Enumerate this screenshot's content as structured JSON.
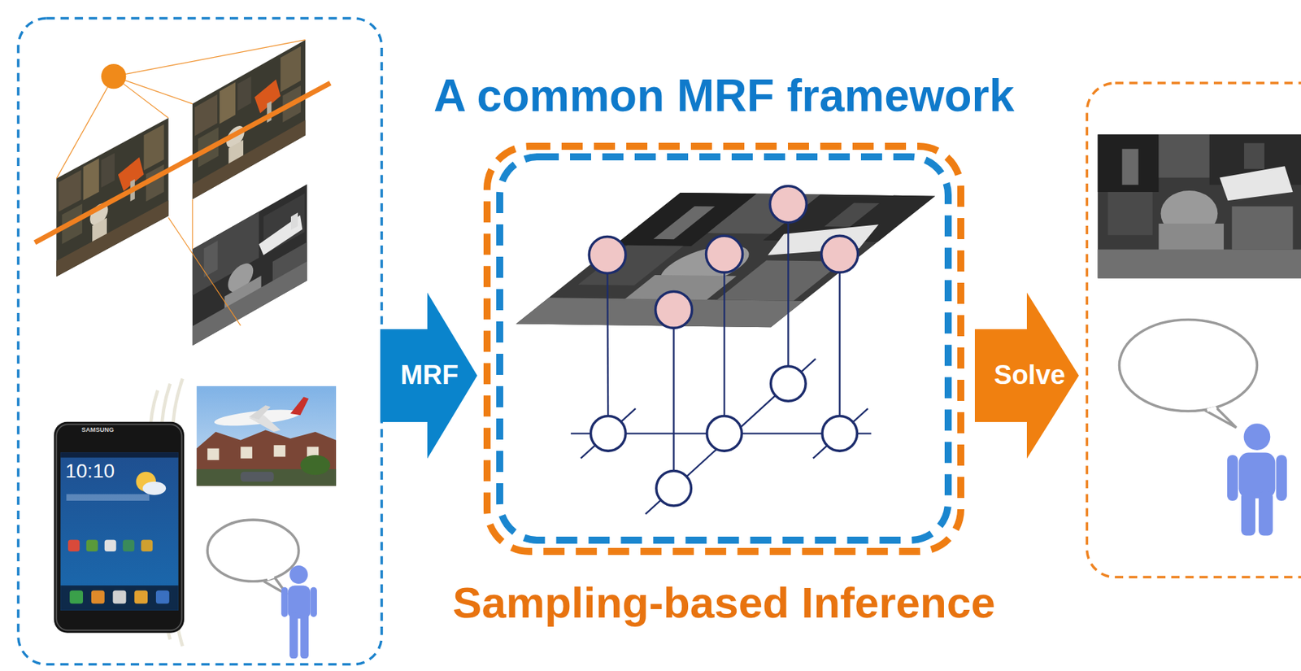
{
  "diagram": {
    "nodes": [
      {
        "text": [
          "MRF"
        ]
      },
      {
        "text": [
          "Sampling-based Inference"
        ]
      },
      {
        "text": [
          "A common MRF framework"
        ],
        "in": 1
      },
      {
        "text": [
          "Solve"
        ]
      }
    ],
    "labels": [
      "SAMSUNG",
      "10:10"
    ]
  }
}
